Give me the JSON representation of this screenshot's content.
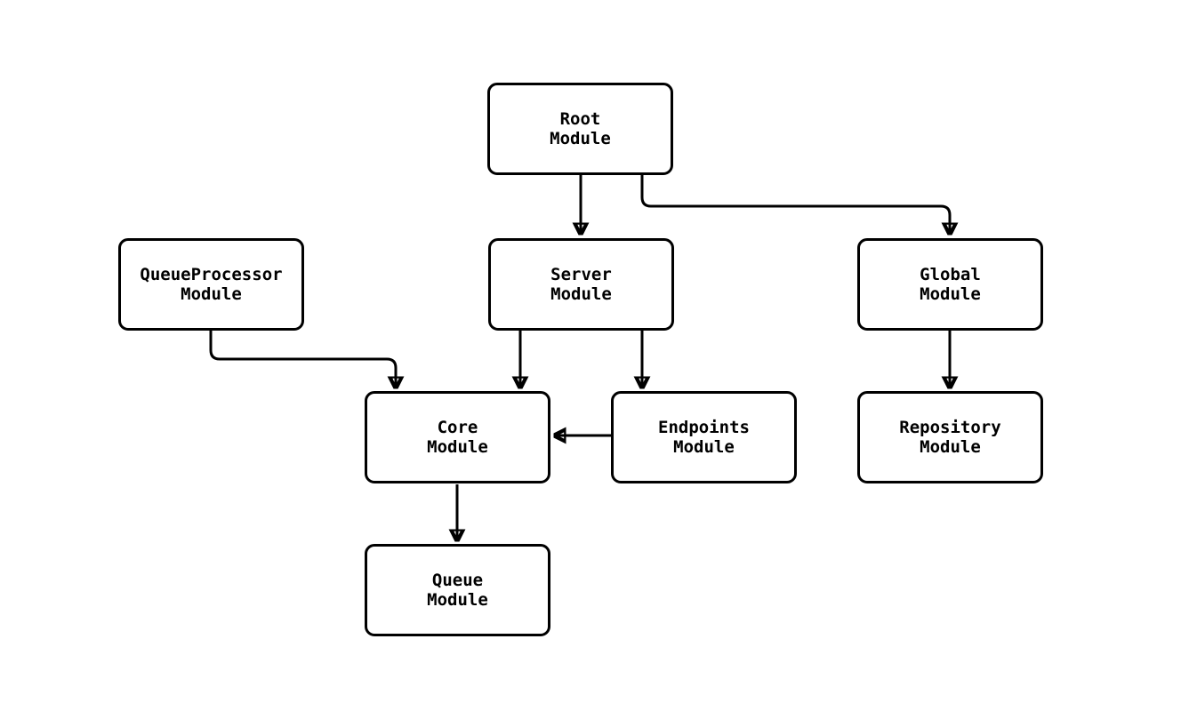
{
  "diagram": {
    "type": "module-dependency-graph",
    "colors": {
      "background": "#ffffff",
      "node_fill": "#ffffff",
      "node_stroke": "#000000",
      "edge_stroke": "#000000",
      "text": "#000000"
    },
    "nodes": {
      "root": {
        "label": "Root\nModule"
      },
      "server": {
        "label": "Server\nModule"
      },
      "global": {
        "label": "Global\nModule"
      },
      "queueprocessor": {
        "label": "QueueProcessor\nModule"
      },
      "core": {
        "label": "Core\nModule"
      },
      "endpoints": {
        "label": "Endpoints\nModule"
      },
      "repository": {
        "label": "Repository\nModule"
      },
      "queue": {
        "label": "Queue\nModule"
      }
    },
    "edges": [
      {
        "from": "Root Module",
        "to": "Server Module"
      },
      {
        "from": "Root Module",
        "to": "Global Module"
      },
      {
        "from": "QueueProcessor Module",
        "to": "Core Module"
      },
      {
        "from": "Server Module",
        "to": "Core Module"
      },
      {
        "from": "Server Module",
        "to": "Endpoints Module"
      },
      {
        "from": "Endpoints Module",
        "to": "Core Module"
      },
      {
        "from": "Global Module",
        "to": "Repository Module"
      },
      {
        "from": "Core Module",
        "to": "Queue Module"
      }
    ]
  }
}
